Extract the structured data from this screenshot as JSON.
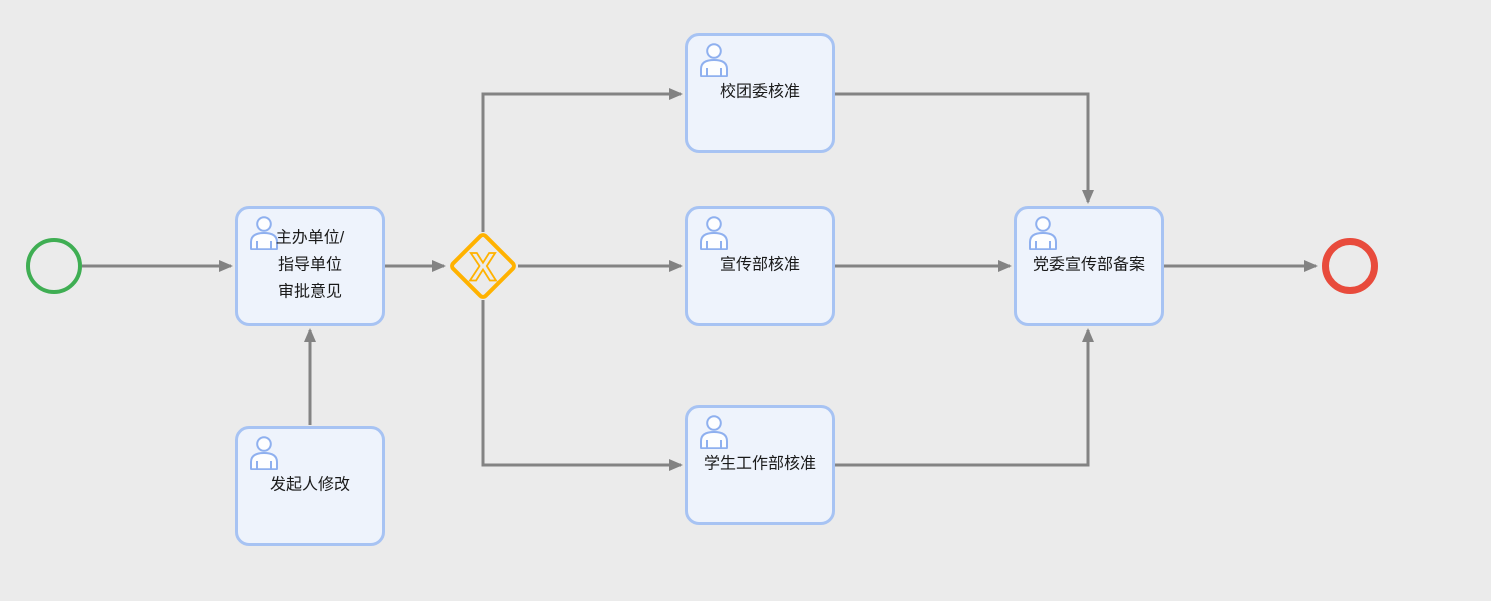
{
  "diagram": {
    "kind": "approval-workflow-flowchart",
    "colors": {
      "background": "#ebebeb",
      "task_fill": "#eef3fc",
      "task_border": "#a7c3f3",
      "user_icon_stroke": "#8fb0ef",
      "flow_line": "#838383",
      "gateway_accent": "#ffb200",
      "start_event_stroke": "#3fae53",
      "end_event_stroke": "#e84b3c",
      "label_text": "#1a1a1a"
    },
    "gateway": {
      "marker": "X"
    },
    "tasks": {
      "sponsor_review": {
        "label": "主办单位/指导单位审批意见",
        "lines": [
          "主办单位/",
          "指导单位",
          "审批意见"
        ]
      },
      "initiator_revision": {
        "label": "发起人修改"
      },
      "school_youth_league_approval": {
        "label": "校团委核准"
      },
      "publicity_dept_approval": {
        "label": "宣传部核准"
      },
      "student_affairs_dept_approval": {
        "label": "学生工作部核准"
      },
      "party_publicity_dept_filing": {
        "label": "党委宣传部备案"
      }
    }
  }
}
